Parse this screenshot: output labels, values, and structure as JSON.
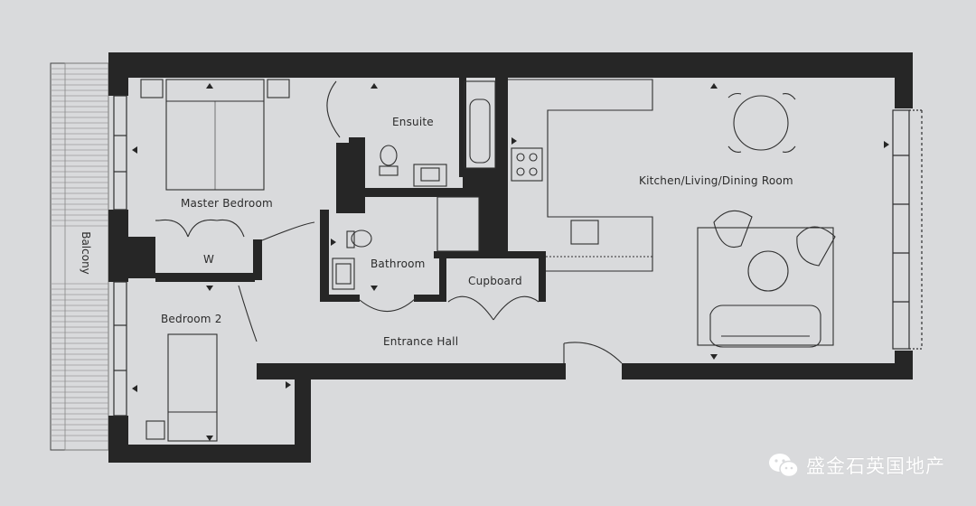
{
  "rooms": {
    "ensuite": "Ensuite",
    "master_bedroom": "Master Bedroom",
    "wardrobe": "W",
    "bathroom": "Bathroom",
    "cupboard": "Cupboard",
    "bedroom_2": "Bedroom 2",
    "entrance_hall": "Entrance Hall",
    "kitchen": "Kitchen/Living/Dining Room",
    "balcony": "Balcony"
  },
  "watermark": {
    "text": "盛金石英国地产",
    "icon": "wechat-icon"
  },
  "colors": {
    "background": "#d9dadc",
    "wall": "#262626",
    "line": "#2f2f2f"
  }
}
